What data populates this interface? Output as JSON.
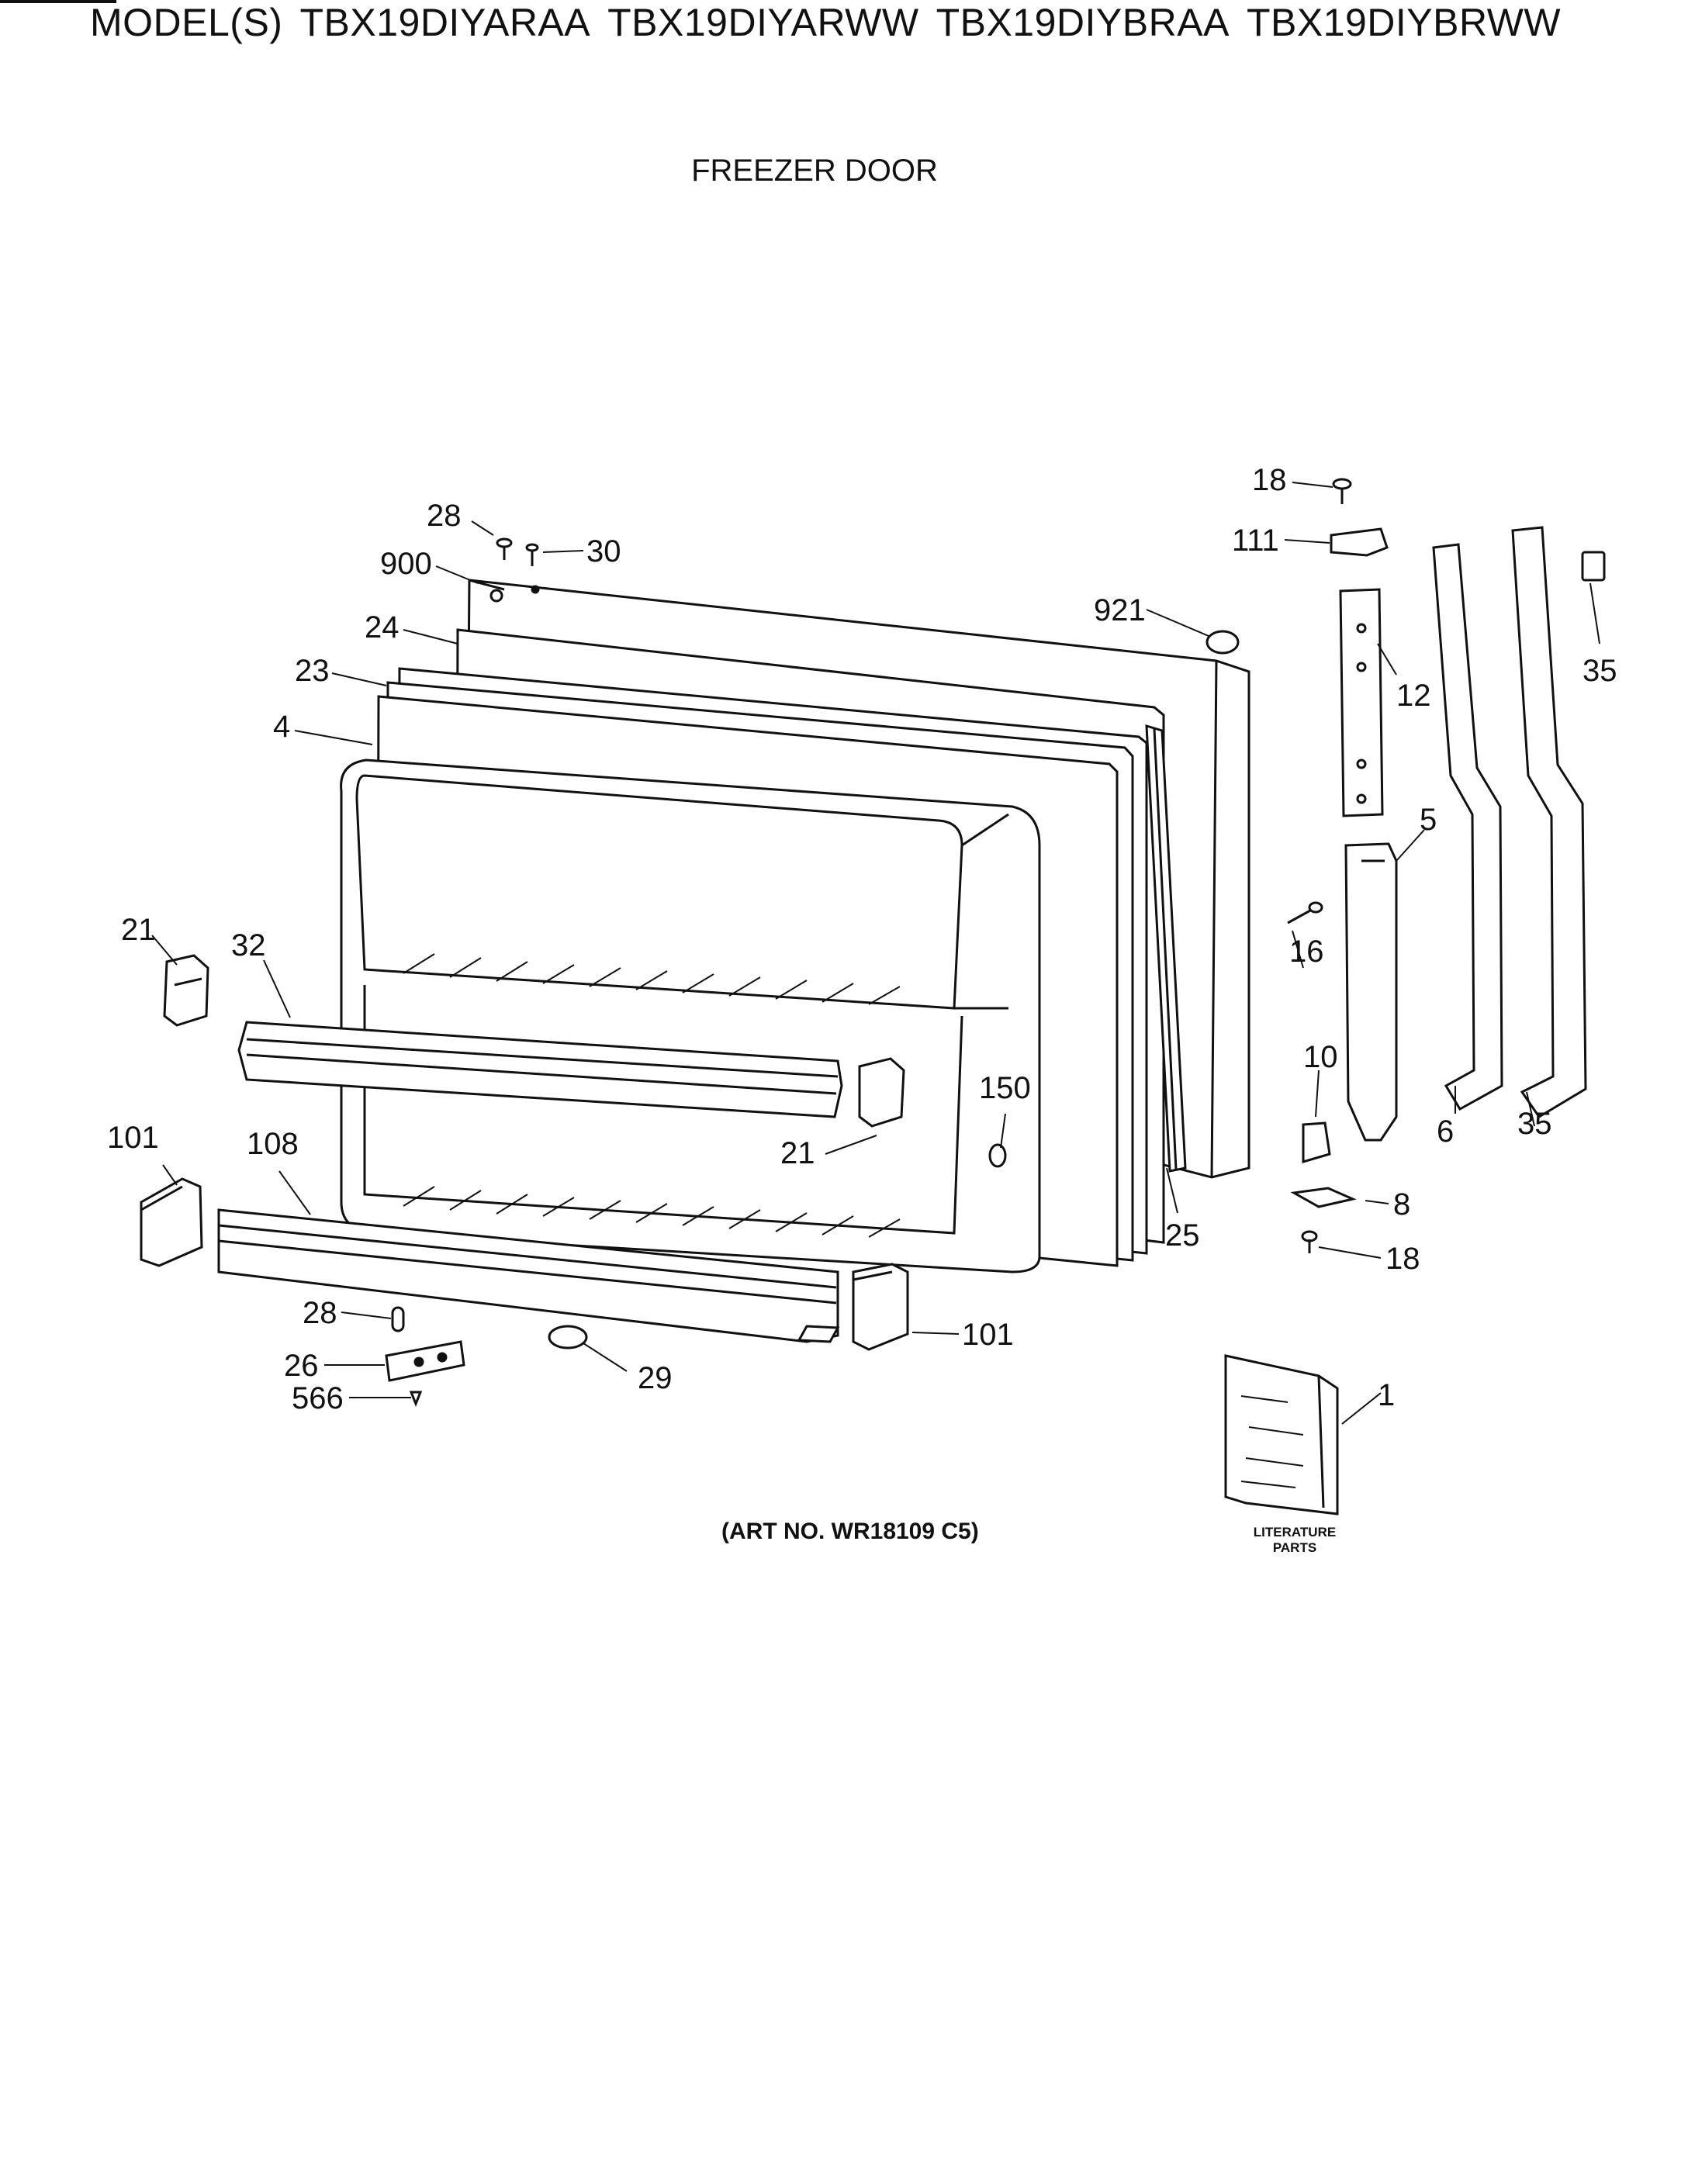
{
  "header": {
    "models_prefix": "MODEL(S)",
    "models": [
      "TBX19DIYARAA",
      "TBX19DIYARWW",
      "TBX19DIYBRAA",
      "TBX19DIYBRWW"
    ],
    "title": "FREEZER DOOR"
  },
  "callouts": {
    "c28a": "28",
    "c30": "30",
    "c900": "900",
    "c24": "24",
    "c23": "23",
    "c4": "4",
    "c921": "921",
    "c18a": "18",
    "c111": "111",
    "c12": "12",
    "c35a": "35",
    "c5": "5",
    "c16": "16",
    "c10": "10",
    "c6": "6",
    "c35b": "35",
    "c8": "8",
    "c18b": "18",
    "c25": "25",
    "c150": "150",
    "c21a": "21",
    "c32": "32",
    "c21b": "21",
    "c101a": "101",
    "c108": "108",
    "c28b": "28",
    "c26": "26",
    "c566": "566",
    "c29": "29",
    "c101b": "101",
    "c1": "1"
  },
  "footer": {
    "art_no": "(ART NO. WR18109 C5)",
    "literature_line1": "LITERATURE",
    "literature_line2": "PARTS"
  },
  "colors": {
    "ink": "#111111",
    "paper": "#ffffff"
  }
}
